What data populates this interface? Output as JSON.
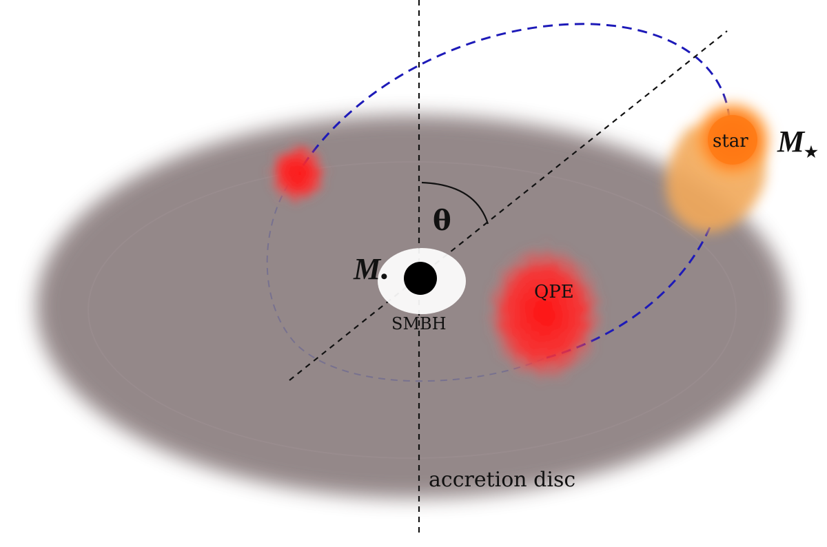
{
  "labels": {
    "theta": "θ",
    "smbh_mass": "M",
    "smbh_mass_sub": "•",
    "smbh": "SMBH",
    "qpe": "QPE",
    "star": "star",
    "star_mass": "M",
    "star_mass_sub": "★",
    "disc": "accretion disc"
  },
  "colors": {
    "disc": "#8f8283",
    "orbit": "#1d1ab8",
    "orbit_back": "#6d6a92",
    "qpe": "#ff1e1e",
    "star_core": "#ff7a10",
    "star_halo": "#ff9a3a",
    "star_trail": "#f2a95a",
    "black_hole": "#000000",
    "hole_glow": "#ffffff",
    "axis": "#111111"
  }
}
